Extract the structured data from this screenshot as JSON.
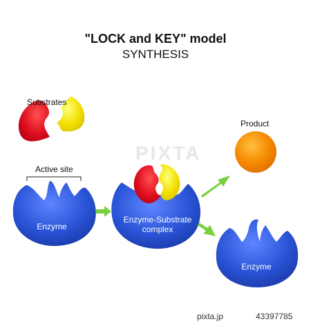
{
  "title": "\"LOCK and KEY\" model",
  "subtitle": "SYNTHESIS",
  "labels": {
    "substrates": "Substrates",
    "active_site": "Active site",
    "product": "Product",
    "enzyme_left": "Enzyme",
    "complex_line1": "Enzyme-Substrate",
    "complex_line2": "complex",
    "enzyme_right": "Enzyme"
  },
  "watermark": "PIXTA",
  "footer": {
    "site": "pixta.jp",
    "id": "43397785"
  },
  "colors": {
    "enzyme": "#2a55d8",
    "substrate_red": "#e01020",
    "substrate_yellow": "#f2e000",
    "product": "#f58a00",
    "arrow": "#78d040"
  }
}
